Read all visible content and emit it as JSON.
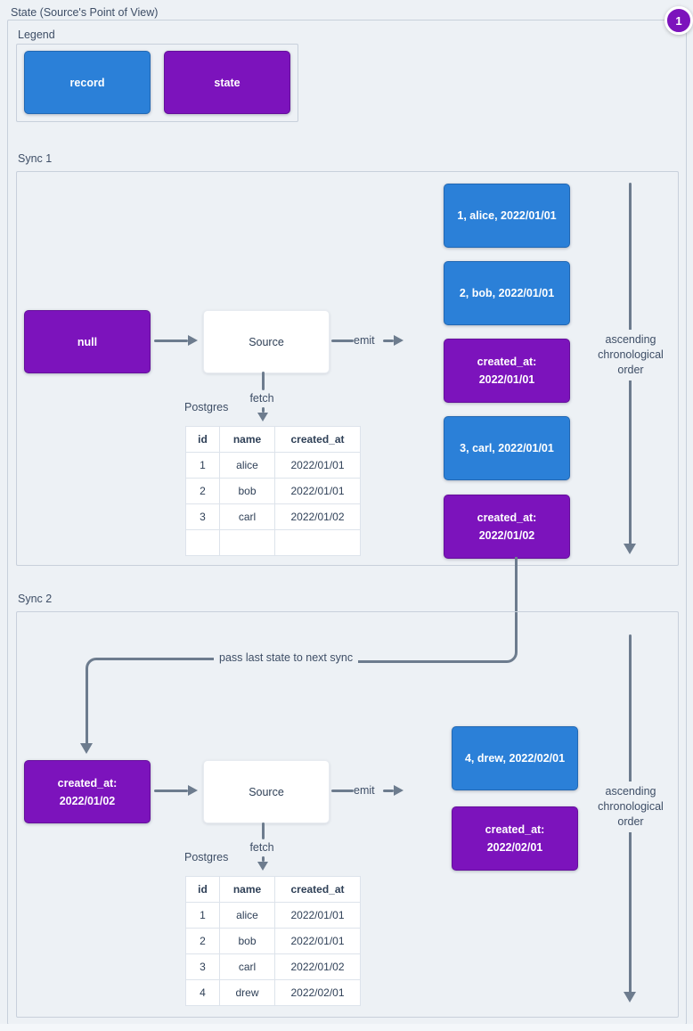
{
  "page": {
    "title": "State (Source's Point of View)",
    "badge": "1"
  },
  "colors": {
    "record_blue": "#2b80d8",
    "state_purple": "#7c13bc",
    "arrow_gray": "#6d7c8e",
    "page_bg": "#edf1f5",
    "text_navy": "#3e4e66"
  },
  "legend": {
    "title": "Legend",
    "items": [
      {
        "type": "record",
        "label": "record"
      },
      {
        "type": "state",
        "label": "state"
      }
    ]
  },
  "labels": {
    "source": "Source",
    "emit": "emit",
    "fetch": "fetch",
    "postgres": "Postgres",
    "ascending": "ascending chronological order",
    "pass_state": "pass last state to next sync"
  },
  "sync1": {
    "title": "Sync 1",
    "input_state": "null",
    "emitted": [
      {
        "type": "record",
        "text": "1, alice, 2022/01/01"
      },
      {
        "type": "record",
        "text": "2, bob, 2022/01/01"
      },
      {
        "type": "state",
        "text": "created_at:\n2022/01/01"
      },
      {
        "type": "record",
        "text": "3, carl, 2022/01/01"
      },
      {
        "type": "state",
        "text": "created_at:\n2022/01/02"
      }
    ],
    "table": {
      "headers": [
        "id",
        "name",
        "created_at"
      ],
      "rows": [
        [
          "1",
          "alice",
          "2022/01/01"
        ],
        [
          "2",
          "bob",
          "2022/01/01"
        ],
        [
          "3",
          "carl",
          "2022/01/02"
        ],
        [
          "",
          "",
          ""
        ]
      ]
    }
  },
  "sync2": {
    "title": "Sync 2",
    "input_state": "created_at:\n2022/01/02",
    "emitted": [
      {
        "type": "record",
        "text": "4, drew, 2022/02/01"
      },
      {
        "type": "state",
        "text": "created_at:\n2022/02/01"
      }
    ],
    "table": {
      "headers": [
        "id",
        "name",
        "created_at"
      ],
      "rows": [
        [
          "1",
          "alice",
          "2022/01/01"
        ],
        [
          "2",
          "bob",
          "2022/01/01"
        ],
        [
          "3",
          "carl",
          "2022/01/02"
        ],
        [
          "4",
          "drew",
          "2022/02/01"
        ]
      ]
    }
  }
}
